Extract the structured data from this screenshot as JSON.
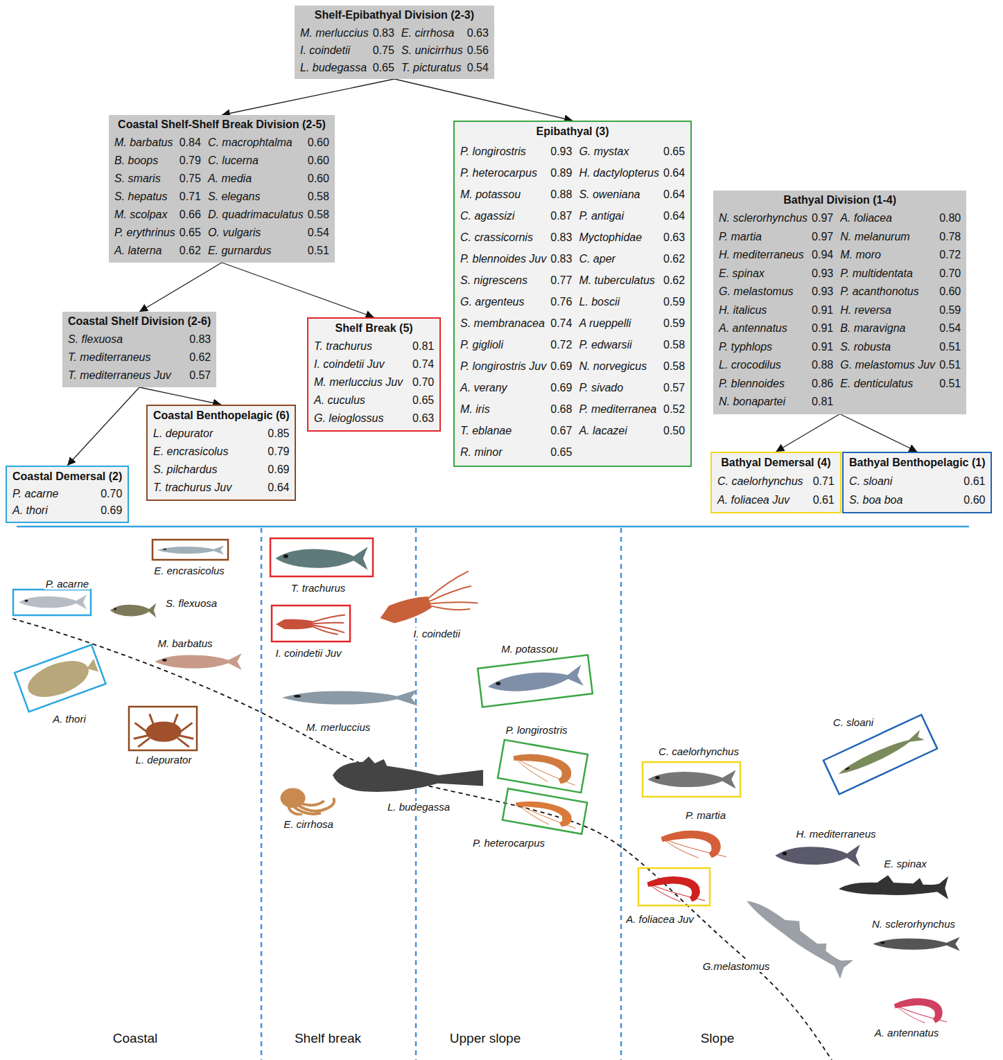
{
  "diagram": {
    "nodes": [
      {
        "text": [
          "Shelf-Epibathyal Division (2-3)",
          "M. merluccius",
          "0.83",
          "E. cirrhosa",
          "0.63",
          "I. coindetii",
          "0.75",
          "S. unicirrhus",
          "0.56",
          "L. budegassa",
          "0.65",
          "T. picturatus",
          "0.54"
        ]
      },
      {
        "text": [
          "Coastal Shelf-Shelf Break Division (2-5)",
          "M. barbatus",
          "0.84",
          "C. macrophtalma",
          "0.60",
          "B. boops",
          "0.79",
          "C. lucerna",
          "0.60",
          "S. smaris",
          "0.75",
          "A. media",
          "0.60",
          "S. hepatus",
          "0.71",
          "S. elegans",
          "0.58",
          "M. scolpax",
          "0.66",
          "D. quadrimaculatus",
          "0.58",
          "P. erythrinus",
          "0.65",
          "O. vulgaris",
          "0.54",
          "A. laterna",
          "0.62",
          "E. gurnardus",
          "0.51"
        ]
      },
      {
        "text": [
          "Epibathyal (3)",
          "P. longirostris",
          "0.93",
          "G. mystax",
          "0.65",
          "P. heterocarpus",
          "0.89",
          "H. dactylopterus",
          "0.64",
          "M. potassou",
          "0.88",
          "S. oweniana",
          "0.64",
          "C. agassizi",
          "0.87",
          "P. antigai",
          "0.64",
          "C. crassicornis",
          "0.83",
          "Myctophidae",
          "0.63",
          "P. blennoides Juv",
          "0.83",
          "C. aper",
          "0.62",
          "S. nigrescens",
          "0.77",
          "M. tuberculatus",
          "0.62",
          "G. argenteus",
          "0.76",
          "L. boscii",
          "0.59",
          "S. membranacea",
          "0.74",
          "A rueppelli",
          "0.59",
          "P. giglioli",
          "0.72",
          "P. edwarsii",
          "0.58",
          "P. longirostris Juv",
          "0.69",
          "N. norvegicus",
          "0.58",
          "A. verany",
          "0.69",
          "P. sivado",
          "0.57",
          "M. iris",
          "0.68",
          "P. mediterranea",
          "0.52",
          "T. eblanae",
          "0.67",
          "A. lacazei",
          "0.50",
          "R. minor",
          "0.65"
        ]
      },
      {
        "text": [
          "Bathyal Division (1-4)",
          "N. sclerorhynchus",
          "0.97",
          "A. foliacea",
          "0.80",
          "P. martia",
          "0.97",
          "N. melanurum",
          "0.78",
          "H. mediterraneus",
          "0.94",
          "M. moro",
          "0.72",
          "E. spinax",
          "0.93",
          "P. multidentata",
          "0.70",
          "G. melastomus",
          "0.93",
          "P. acanthonotus",
          "0.60",
          "H. italicus",
          "0.91",
          "H. reversa",
          "0.59",
          "A. antennatus",
          "0.91",
          "B. maravigna",
          "0.54",
          "P. typhlops",
          "0.91",
          "S. robusta",
          "0.51",
          "L. crocodilus",
          "0.88",
          "G. melastomus Juv",
          "0.51",
          "P. blennoides",
          "0.86",
          "E. denticulatus",
          "0.51",
          "N. bonapartei",
          "0.81"
        ]
      },
      {
        "text": [
          "Coastal Shelf Division (2-6)",
          "S. flexuosa",
          "0.83",
          "T. mediterraneus",
          "0.62",
          "T. mediterraneus Juv",
          "0.57"
        ]
      },
      {
        "text": [
          "Shelf Break (5)",
          "T. trachurus",
          "0.81",
          "I. coindetii Juv",
          "0.74",
          "M. merluccius Juv",
          "0.70",
          "A. cuculus",
          "0.65",
          "G. leioglossus",
          "0.63"
        ]
      },
      {
        "text": [
          "Coastal Benthopelagic (6)",
          "L. depurator",
          "0.85",
          "E. encrasicolus",
          "0.79",
          "S. pilchardus",
          "0.69",
          "T. trachurus Juv",
          "0.64"
        ]
      },
      {
        "text": [
          "Bathyal Demersal (4)",
          "C. caelorhynchus",
          "0.71",
          "A. foliacea Juv",
          "0.61"
        ]
      },
      {
        "text": [
          "Bathyal Benthopelagic (1)",
          "C. sloani",
          "0.61",
          "S. boa boa",
          "0.60"
        ]
      },
      {
        "text": [
          "Coastal Demersal (2)",
          "P. acarne",
          "0.70",
          "A. thori",
          "0.69"
        ]
      }
    ],
    "edges": [
      {
        "from": 0,
        "to": 1,
        "arrow": "to"
      },
      {
        "from": 0,
        "to": 2,
        "arrow": "to"
      },
      {
        "from": 1,
        "to": 4,
        "arrow": "to"
      },
      {
        "from": 1,
        "to": 5,
        "arrow": "to"
      },
      {
        "from": 4,
        "to": 9,
        "arrow": "to"
      },
      {
        "from": 4,
        "to": 6,
        "arrow": "to"
      },
      {
        "from": 3,
        "to": 7,
        "arrow": "to"
      },
      {
        "from": 3,
        "to": 8,
        "arrow": "to"
      }
    ],
    "labels": [
      "E. encrasicolus",
      "P. acarne",
      "S. flexuosa",
      "T. trachurus",
      "I. coindetii",
      "M. barbatus",
      "I. coindetii Juv",
      "M. potassou",
      "A. thori",
      "M. merluccius",
      "P. longirostris",
      "C. caelorhynchus",
      "C. sloani",
      "L. depurator",
      "L. budegassa",
      "E. cirrhosa",
      "P. martia",
      "H. mediterraneus",
      "P. heterocarpus",
      "E. spinax",
      "A. foliacea Juv",
      "N. sclerorhynchus",
      "G.melastomus",
      "A. antennatus",
      "Coastal",
      "Shelf break",
      "Upper slope",
      "Slope"
    ]
  }
}
